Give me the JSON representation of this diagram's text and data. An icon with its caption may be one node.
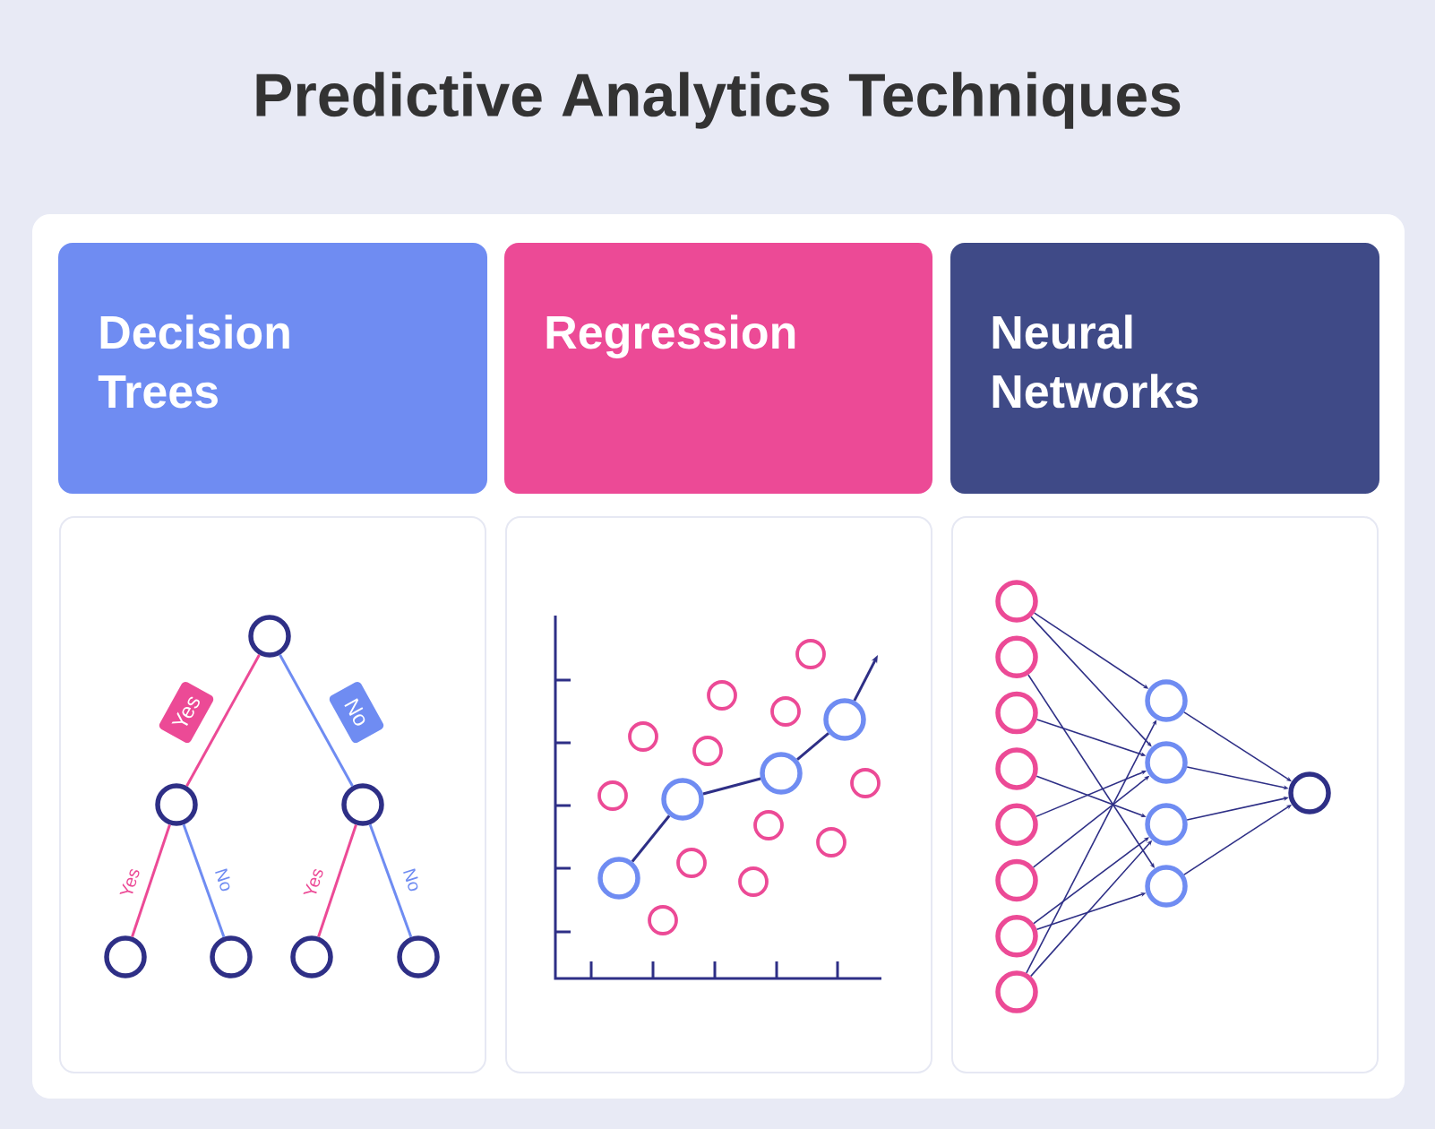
{
  "diagram": {
    "title": "Predictive Analytics Techniques",
    "nodes": [
      {
        "text": [
          "Decision Trees"
        ]
      },
      {
        "text": [
          "Regression"
        ]
      },
      {
        "text": [
          "Neural Networks"
        ]
      },
      {
        "text": [],
        "shape": "circle"
      },
      {
        "text": [],
        "shape": "circle"
      },
      {
        "text": [],
        "shape": "circle"
      },
      {
        "text": [],
        "shape": "circle"
      },
      {
        "text": [],
        "shape": "circle"
      },
      {
        "text": [],
        "shape": "circle"
      },
      {
        "text": [],
        "shape": "circle"
      },
      {
        "text": [],
        "shape": "circle"
      },
      {
        "text": [],
        "shape": "circle"
      },
      {
        "text": [],
        "shape": "circle"
      },
      {
        "text": [],
        "shape": "circle"
      },
      {
        "text": [],
        "shape": "circle"
      },
      {
        "text": [],
        "shape": "circle"
      },
      {
        "text": [],
        "shape": "circle"
      },
      {
        "text": [],
        "shape": "circle"
      },
      {
        "text": [],
        "shape": "circle"
      },
      {
        "text": [],
        "shape": "circle"
      },
      {
        "text": [],
        "shape": "circle"
      },
      {
        "text": [],
        "shape": "circle"
      },
      {
        "text": [],
        "shape": "circle"
      },
      {
        "text": [],
        "shape": "circle"
      },
      {
        "text": [],
        "shape": "circle"
      },
      {
        "text": [],
        "shape": "circle"
      },
      {
        "text": [],
        "shape": "circle"
      }
    ],
    "edges": [
      {
        "from": 3,
        "to": 4,
        "arrow": "none",
        "label": "Yes",
        "color": "#ec4a96"
      },
      {
        "from": 3,
        "to": 5,
        "arrow": "none",
        "label": "No",
        "color": "#6f8cf2"
      },
      {
        "from": 4,
        "to": 6,
        "arrow": "none",
        "label": "Yes",
        "color": "#ec4a96"
      },
      {
        "from": 4,
        "to": 7,
        "arrow": "none",
        "label": "No",
        "color": "#6f8cf2"
      },
      {
        "from": 5,
        "to": 8,
        "arrow": "none",
        "label": "Yes",
        "color": "#ec4a96"
      },
      {
        "from": 5,
        "to": 9,
        "arrow": "none",
        "label": "No",
        "color": "#6f8cf2"
      },
      {
        "from": 10,
        "to": 11,
        "arrow": "none"
      },
      {
        "from": 11,
        "to": 12,
        "arrow": "none"
      },
      {
        "from": 12,
        "to": 13,
        "arrow": "none"
      },
      {
        "from": 13,
        "to": null,
        "arrow": "to"
      },
      {
        "from": 14,
        "to": 22,
        "arrow": "to"
      },
      {
        "from": 14,
        "to": 23,
        "arrow": "to"
      },
      {
        "from": 15,
        "to": 25,
        "arrow": "to"
      },
      {
        "from": 16,
        "to": 23,
        "arrow": "to"
      },
      {
        "from": 17,
        "to": 24,
        "arrow": "to"
      },
      {
        "from": 18,
        "to": 23,
        "arrow": "to"
      },
      {
        "from": 19,
        "to": 23,
        "arrow": "to"
      },
      {
        "from": 20,
        "to": 24,
        "arrow": "to"
      },
      {
        "from": 20,
        "to": 25,
        "arrow": "to"
      },
      {
        "from": 21,
        "to": 22,
        "arrow": "to"
      },
      {
        "from": 21,
        "to": 24,
        "arrow": "to"
      },
      {
        "from": 22,
        "to": 26,
        "arrow": "to"
      },
      {
        "from": 23,
        "to": 26,
        "arrow": "to"
      },
      {
        "from": 24,
        "to": 26,
        "arrow": "to"
      },
      {
        "from": 25,
        "to": 26,
        "arrow": "to"
      }
    ]
  }
}
